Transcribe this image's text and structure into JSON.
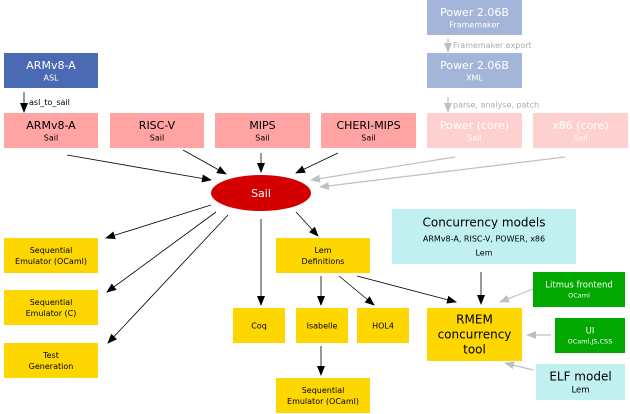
{
  "title": "Sail ecosystem diagram",
  "colors": {
    "asl": "#4a6bb4",
    "power_src": "#a3b5d8",
    "sail_model": "#ffa3a3",
    "sail_model_faded": "#ffd0d0",
    "sail_core": "#d40000",
    "target": "#ffd700",
    "concurrency": "#c0f0f0",
    "frontend": "#00a800",
    "edge": "#000000",
    "edge_faded": "#c0c0c0",
    "label_dark": "#000000",
    "label_light": "#ffffff",
    "label_faded": "#aaaaaa"
  },
  "nodes": [
    {
      "id": "armv8-asl",
      "lines": [
        "ARMv8-A",
        "ASL"
      ],
      "style": "asl"
    },
    {
      "id": "power-framemaker",
      "lines": [
        "Power 2.06B",
        "Framemaker"
      ],
      "style": "power_src"
    },
    {
      "id": "power-xml",
      "lines": [
        "Power 2.06B",
        "XML"
      ],
      "style": "power_src"
    },
    {
      "id": "armv8-sail",
      "lines": [
        "ARMv8-A",
        "Sail"
      ],
      "style": "sail_model"
    },
    {
      "id": "riscv-sail",
      "lines": [
        "RISC-V",
        "Sail"
      ],
      "style": "sail_model"
    },
    {
      "id": "mips-sail",
      "lines": [
        "MIPS",
        "Sail"
      ],
      "style": "sail_model"
    },
    {
      "id": "cheri-mips-sail",
      "lines": [
        "CHERI-MIPS",
        "Sail"
      ],
      "style": "sail_model"
    },
    {
      "id": "power-core-sail",
      "lines": [
        "Power (core)",
        "Sail"
      ],
      "style": "sail_model_faded"
    },
    {
      "id": "x86-core-sail",
      "lines": [
        "x86 (core)",
        "Sail"
      ],
      "style": "sail_model_faded"
    },
    {
      "id": "sail",
      "lines": [
        "Sail"
      ],
      "style": "sail_core"
    },
    {
      "id": "seq-emu-ocaml",
      "lines": [
        "Sequential",
        "Emulator (OCaml)"
      ],
      "style": "target"
    },
    {
      "id": "seq-emu-c",
      "lines": [
        "Sequential",
        "Emulator (C)"
      ],
      "style": "target"
    },
    {
      "id": "test-gen",
      "lines": [
        "Test",
        "Generation"
      ],
      "style": "target"
    },
    {
      "id": "lem-defs",
      "lines": [
        "Lem",
        "Definitions"
      ],
      "style": "target"
    },
    {
      "id": "coq",
      "lines": [
        "Coq"
      ],
      "style": "target"
    },
    {
      "id": "isabelle",
      "lines": [
        "Isabelle"
      ],
      "style": "target"
    },
    {
      "id": "hol4",
      "lines": [
        "HOL4"
      ],
      "style": "target"
    },
    {
      "id": "isa-seq-emu",
      "lines": [
        "Sequential",
        "Emulator (OCaml)"
      ],
      "style": "target"
    },
    {
      "id": "concurrency-models",
      "lines": [
        "Concurrency models",
        "ARMv8-A, RISC-V, POWER, x86",
        "Lem"
      ],
      "style": "concurrency"
    },
    {
      "id": "rmem",
      "lines": [
        "RMEM",
        "concurrency",
        "tool"
      ],
      "style": "target"
    },
    {
      "id": "litmus-frontend",
      "lines": [
        "Litmus frontend",
        "OCaml"
      ],
      "style": "frontend"
    },
    {
      "id": "ui",
      "lines": [
        "UI",
        "OCaml,JS,CSS"
      ],
      "style": "frontend"
    },
    {
      "id": "elf-model",
      "lines": [
        "ELF model",
        "Lem"
      ],
      "style": "concurrency"
    }
  ],
  "edges": [
    {
      "from": "armv8-asl",
      "to": "armv8-sail",
      "label": "asl_to_sail",
      "faded": false
    },
    {
      "from": "power-framemaker",
      "to": "power-xml",
      "label": "Framemaker export",
      "faded": true
    },
    {
      "from": "power-xml",
      "to": "power-core-sail",
      "label": "parse, analyse, patch",
      "faded": true
    },
    {
      "from": "armv8-sail",
      "to": "sail",
      "label": "",
      "faded": false
    },
    {
      "from": "riscv-sail",
      "to": "sail",
      "label": "",
      "faded": false
    },
    {
      "from": "mips-sail",
      "to": "sail",
      "label": "",
      "faded": false
    },
    {
      "from": "cheri-mips-sail",
      "to": "sail",
      "label": "",
      "faded": false
    },
    {
      "from": "power-core-sail",
      "to": "sail",
      "label": "",
      "faded": true
    },
    {
      "from": "x86-core-sail",
      "to": "sail",
      "label": "",
      "faded": true
    },
    {
      "from": "sail",
      "to": "seq-emu-ocaml",
      "label": "",
      "faded": false
    },
    {
      "from": "sail",
      "to": "seq-emu-c",
      "label": "",
      "faded": false
    },
    {
      "from": "sail",
      "to": "test-gen",
      "label": "",
      "faded": false
    },
    {
      "from": "sail",
      "to": "coq",
      "label": "",
      "faded": false
    },
    {
      "from": "sail",
      "to": "lem-defs",
      "label": "",
      "faded": false
    },
    {
      "from": "lem-defs",
      "to": "isabelle",
      "label": "",
      "faded": false
    },
    {
      "from": "lem-defs",
      "to": "hol4",
      "label": "",
      "faded": false
    },
    {
      "from": "lem-defs",
      "to": "rmem",
      "label": "",
      "faded": false
    },
    {
      "from": "isabelle",
      "to": "isa-seq-emu",
      "label": "",
      "faded": false
    },
    {
      "from": "concurrency-models",
      "to": "rmem",
      "label": "",
      "faded": false
    },
    {
      "from": "litmus-frontend",
      "to": "rmem",
      "label": "",
      "faded": true
    },
    {
      "from": "ui",
      "to": "rmem",
      "label": "",
      "faded": true
    },
    {
      "from": "elf-model",
      "to": "rmem",
      "label": "",
      "faded": true
    }
  ]
}
